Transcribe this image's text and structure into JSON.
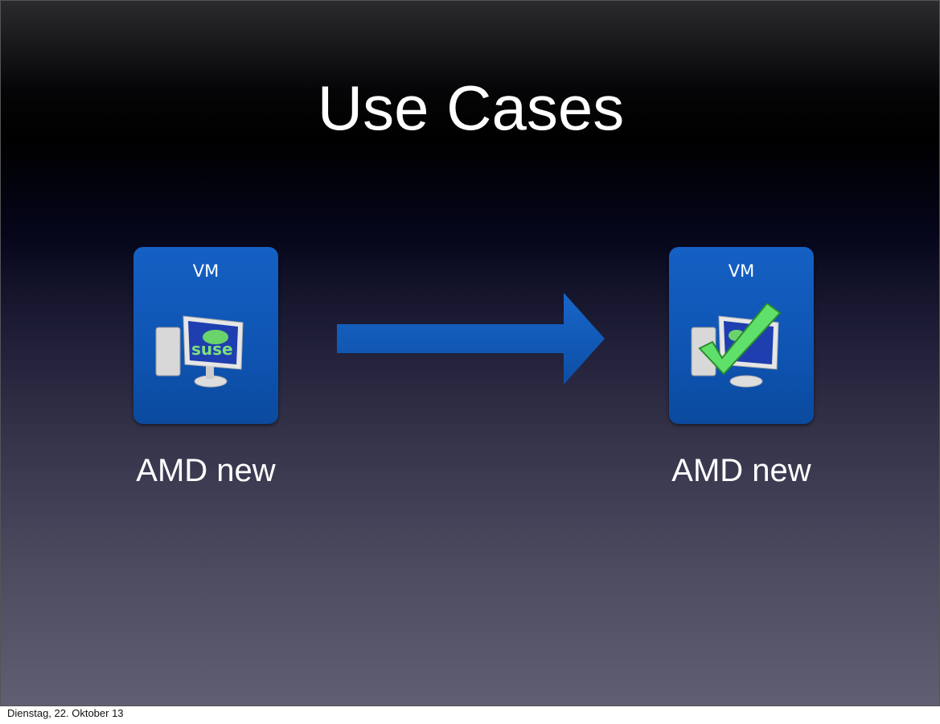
{
  "title": "Use Cases",
  "left": {
    "badge": "VM",
    "label": "AMD new",
    "icon": "suse-computer-icon"
  },
  "right": {
    "badge": "VM",
    "label": "AMD new",
    "icon": "computer-checkmark-icon"
  },
  "arrow_icon": "right-arrow-icon",
  "footer": "Dienstag, 22. Oktober 13"
}
